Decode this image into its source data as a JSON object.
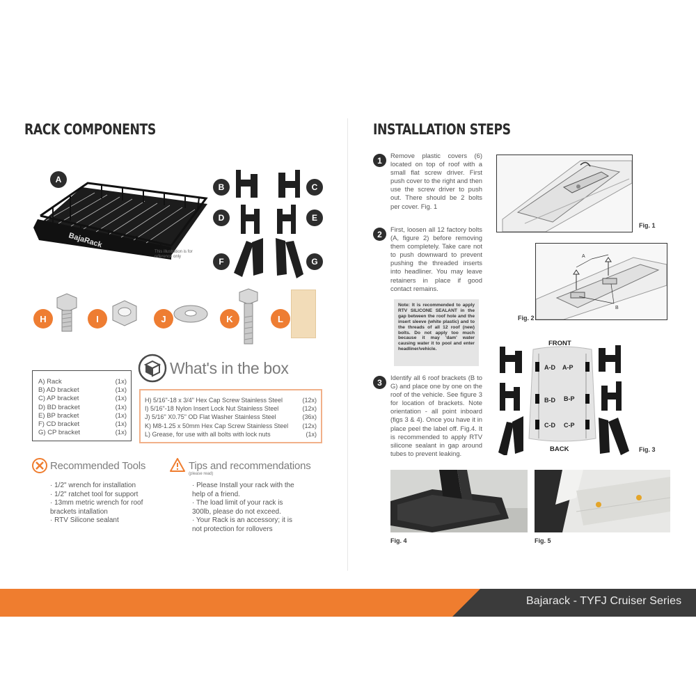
{
  "left": {
    "title": "RACK COMPONENTS",
    "illustration_note": "This illustration is for reference only",
    "rack_brand": "BajaRack",
    "brackets": [
      "A",
      "B",
      "C",
      "D",
      "E",
      "F",
      "G"
    ],
    "hardware": [
      "H",
      "I",
      "J",
      "K",
      "L"
    ],
    "whats_in_box": "What's in the box",
    "box1": [
      {
        "name": "A) Rack",
        "qty": "(1x)"
      },
      {
        "name": "B) AD bracket",
        "qty": "(1x)"
      },
      {
        "name": "C) AP bracket",
        "qty": "(1x)"
      },
      {
        "name": "D) BD bracket",
        "qty": "(1x)"
      },
      {
        "name": "E) BP bracket",
        "qty": "(1x)"
      },
      {
        "name": "F) CD bracket",
        "qty": "(1x)"
      },
      {
        "name": "G) CP bracket",
        "qty": "(1x)"
      }
    ],
    "box2": [
      {
        "name": "H) 5/16\"-18 x 3/4\" Hex Cap Screw Stainless Steel",
        "qty": "(12x)"
      },
      {
        "name": "I) 5/16\"-18  Nylon Insert Lock Nut Stainless Steel",
        "qty": "(12x)"
      },
      {
        "name": "J) 5/16\" X0.75\" OD Flat Washer Stainless Steel",
        "qty": "(36x)"
      },
      {
        "name": "K) M8-1.25 x 50mm Hex Cap Screw Stainless Steel",
        "qty": "(12x)"
      },
      {
        "name": "L) Grease, for use with all bolts with lock nuts",
        "qty": "(1x)"
      }
    ],
    "tools_title": "Recommended Tools",
    "tools": [
      "· 1/2\" wrench for installation",
      "· 1/2\" ratchet tool for support",
      "· 13mm metric wrench for roof brackets intallation",
      "· RTV Silicone sealant"
    ],
    "tips_title": "Tips and recommendations",
    "tips_sub": "(please read)",
    "tips": [
      "· Please Install your rack with the help of a friend.",
      "· The load limit of your rack is 300lb, please do not exceed.",
      "· Your Rack is an accessory; it is not protection for rollovers"
    ]
  },
  "right": {
    "title": "INSTALLATION STEPS",
    "steps": [
      {
        "num": "1",
        "text": "Remove plastic covers (6) located on top of roof with a small flat screw driver. First push cover to the right and then use the screw driver to push out. There should be 2 bolts per cover. Fig. 1"
      },
      {
        "num": "2",
        "text": "First, loosen all 12 factory bolts (A, figure 2) before removing them completely. Take care not to push downward to prevent pushing the threaded inserts into headliner. You may leave retainers in place if good contact remains."
      },
      {
        "num": "3",
        "text": "Identify all 6 roof brackets (B to G) and place one by one on the roof of the vehicle. See figure 3 for location of brackets. Note orientation - all point inboard (figs 3 & 4). Once you have it in place peel the label off. Fig.4. It is recommended to apply RTV silicone sealant in gap around tubes to prevent leaking."
      }
    ],
    "note": "Note: It is recommended to apply RTV SILICONE SEALANT in the gap between the roof hole and the insert sleeve (white plastic) and to the threads of all 12 roof (new) bolts. Do not apply too much because it may 'dam' water causing water it to pool and enter headliner/vehicle.",
    "fig1": "Fig. 1",
    "fig2": "Fig. 2",
    "fig3": "Fig. 3",
    "fig4": "Fig. 4",
    "fig5": "Fig. 5",
    "fig2_labels": {
      "a": "A",
      "b": "B"
    },
    "fig3_labels": {
      "front": "FRONT",
      "back": "BACK",
      "ad": "A-D",
      "ap": "A-P",
      "bd": "B-D",
      "bp": "B-P",
      "cd": "C-D",
      "cp": "C-P"
    }
  },
  "footer": "Bajarack - TYFJ Cruiser Series",
  "colors": {
    "accent": "#ef7d2f",
    "dark": "#3b3b3b"
  }
}
